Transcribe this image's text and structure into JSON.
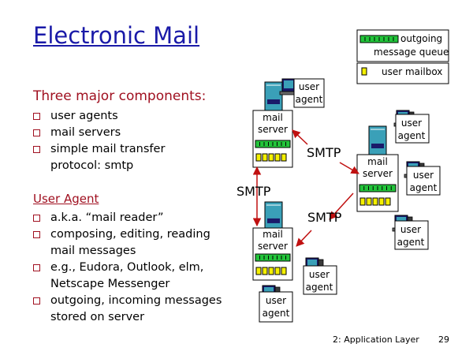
{
  "slide": {
    "title": "Electronic Mail",
    "components_heading": "Three major components:",
    "components": [
      {
        "label": "user agents"
      },
      {
        "label": "mail servers"
      },
      {
        "label": "simple mail transfer",
        "label2": "protocol: smtp"
      }
    ],
    "ua_heading": "User Agent",
    "ua_items": [
      {
        "label": "a.k.a. “mail reader”"
      },
      {
        "label": "composing, editing, reading",
        "label2": "mail messages"
      },
      {
        "label": "e.g., Eudora, Outlook, elm,",
        "label2": "Netscape Messenger"
      },
      {
        "label": "outgoing, incoming messages",
        "label2": "stored on server"
      }
    ],
    "footer": "2: Application Layer",
    "page_number": "29"
  },
  "legend": {
    "queue_line1": "outgoing",
    "queue_line2": "message queue",
    "mailbox": "user mailbox"
  },
  "diagram": {
    "mail_server_line1": "mail",
    "mail_server_line2": "server",
    "user_agent_line1": "user",
    "user_agent_line2": "agent",
    "smtp": "SMTP"
  },
  "colors": {
    "title": "#1a1aa8",
    "heading": "#a01020",
    "queue": "#22c43a",
    "mailbox": "#f4f000",
    "arrow": "#c01010",
    "computer": "#3aa0b8"
  }
}
